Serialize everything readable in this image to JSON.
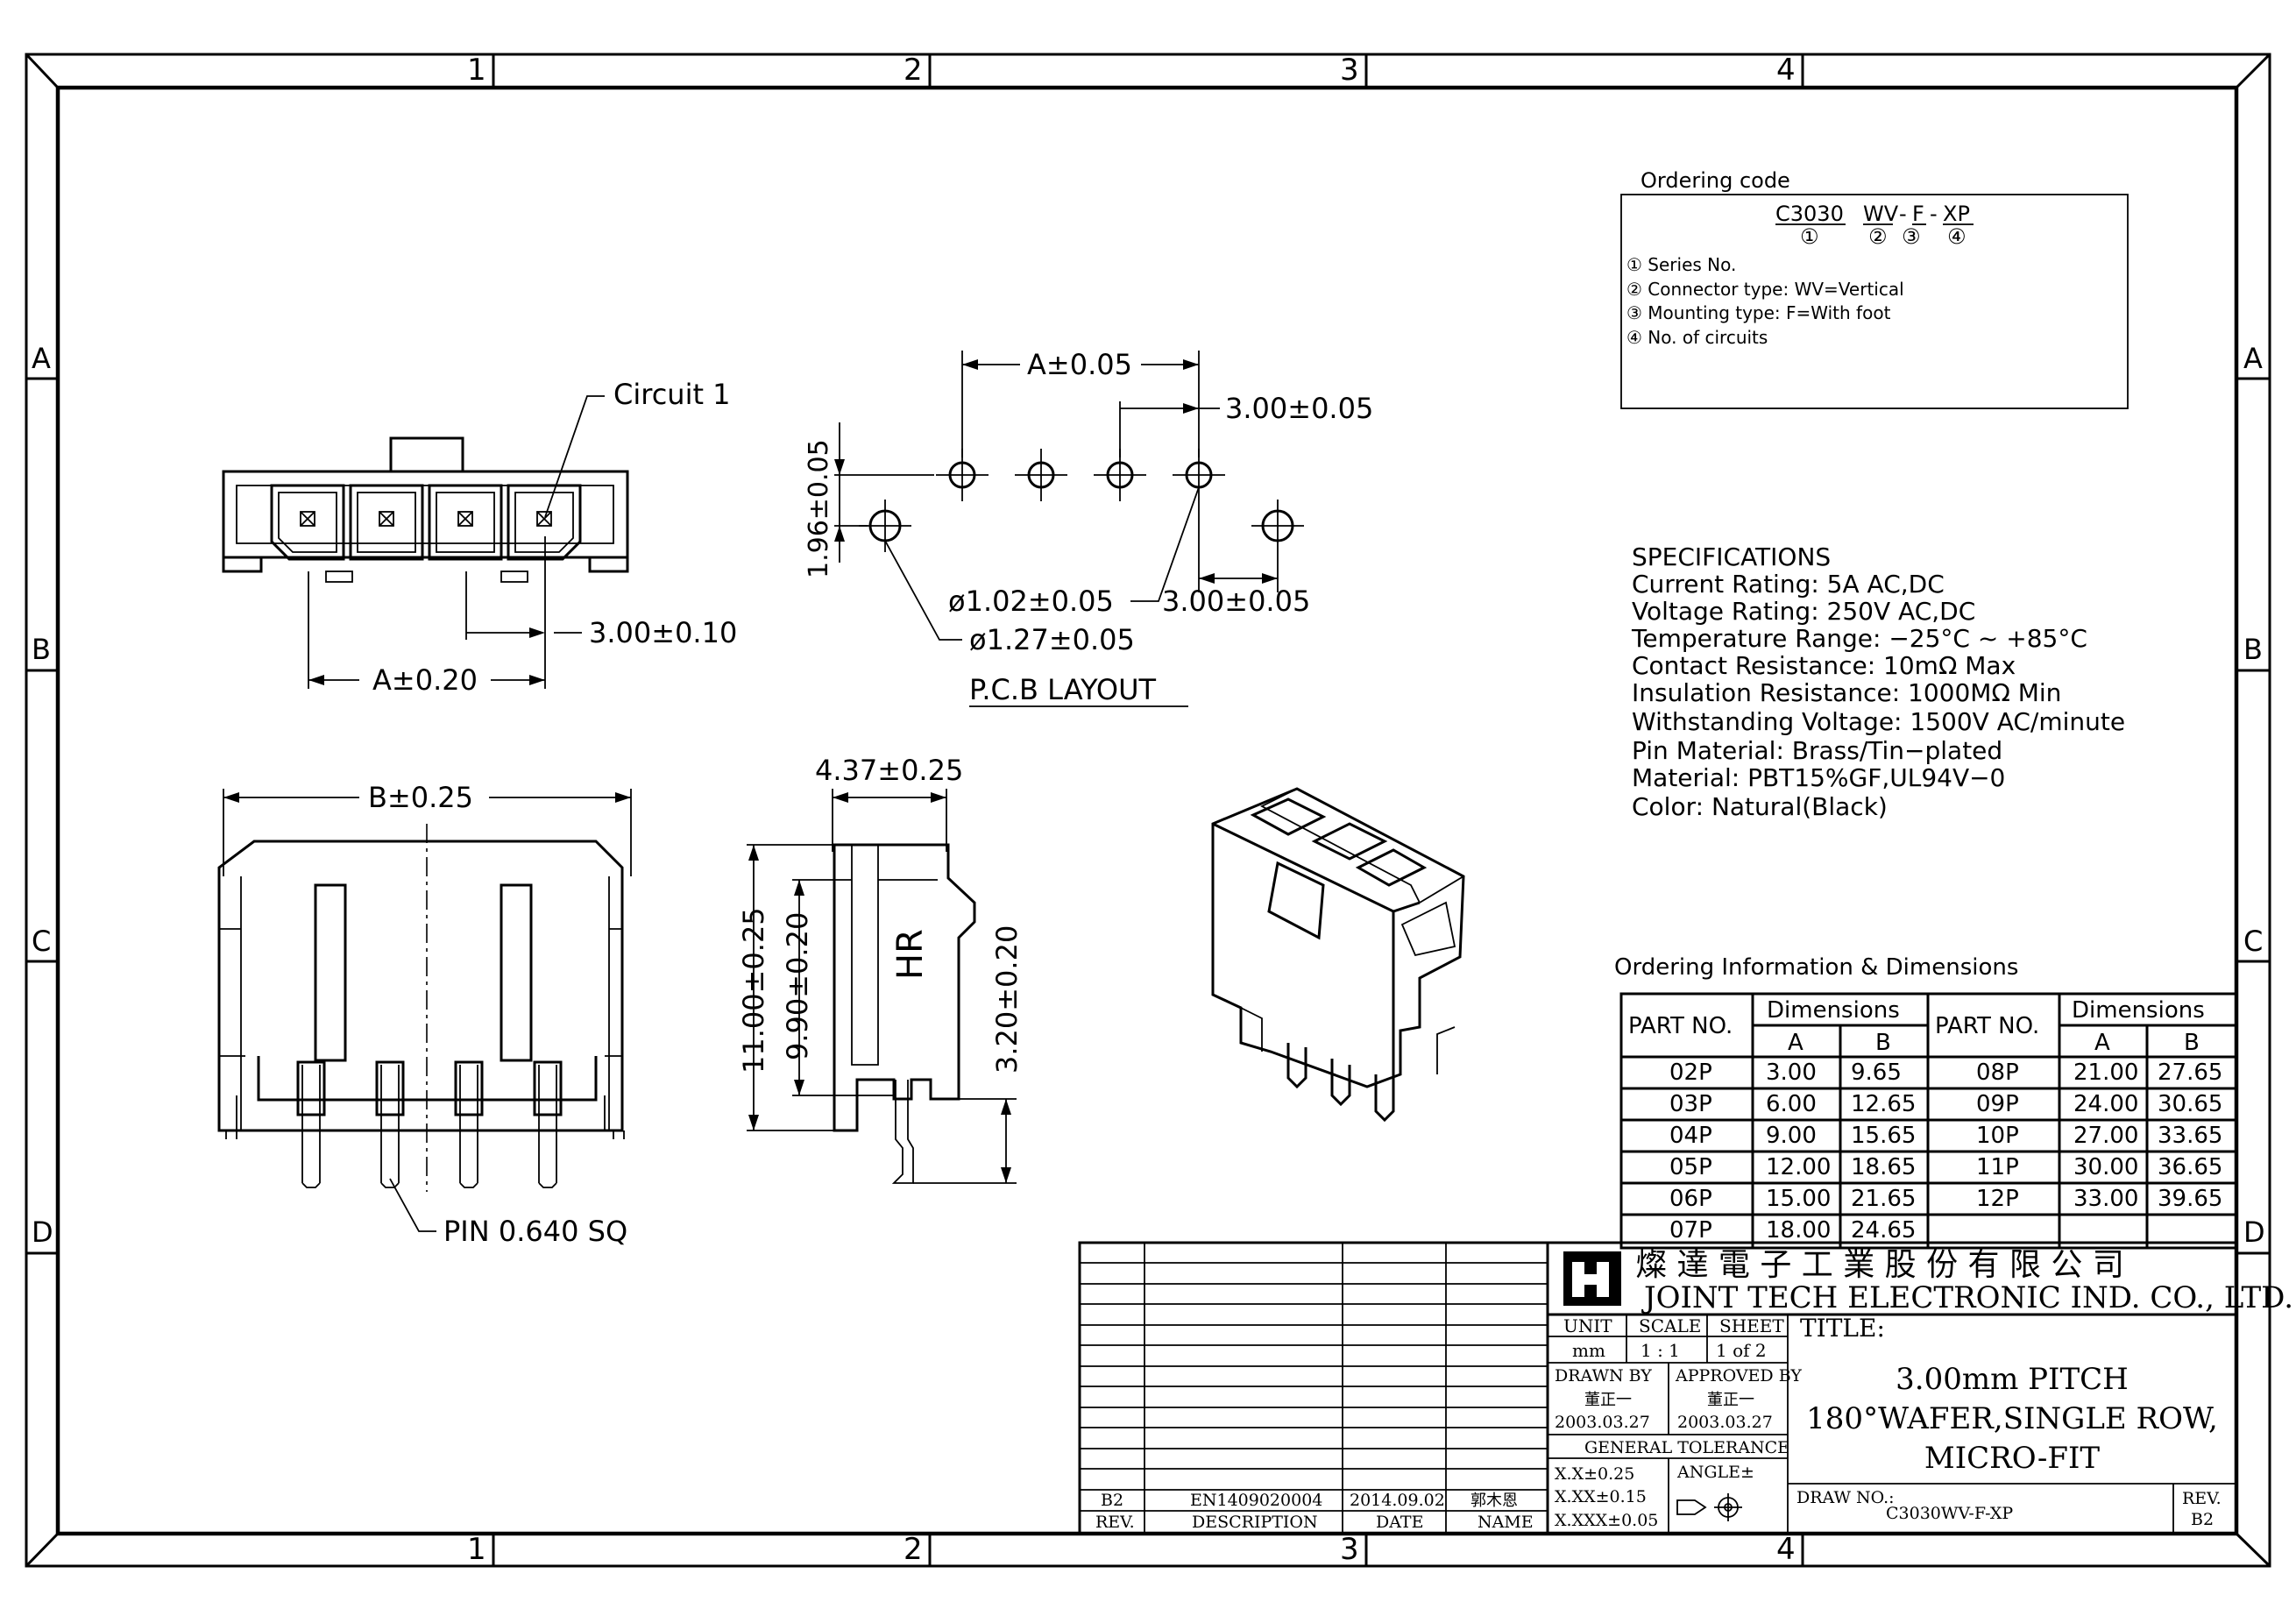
{
  "frame": {
    "column_marks": [
      "1",
      "2",
      "3",
      "4"
    ],
    "row_marks": [
      "A",
      "B",
      "C",
      "D"
    ]
  },
  "ordering_code": {
    "heading": "Ordering code",
    "code_parts": [
      "C3030",
      "WV",
      "-",
      "F",
      "-",
      "XP"
    ],
    "part_numbers": [
      "①",
      "②",
      "③",
      "④"
    ],
    "legend": [
      "① Series No.",
      "② Connector type: WV=Vertical",
      "③ Mounting type: F=With foot",
      "④ No. of circuits"
    ]
  },
  "front_view": {
    "circuit_label": "Circuit 1",
    "pitch_dim": "3.00±0.10",
    "a_dim": "A±0.20"
  },
  "pcb_layout": {
    "title": "P.C.B LAYOUT",
    "a_dim": "A±0.05",
    "pitch_dim": "3.00±0.05",
    "row_offset_dim": "1.96±0.05",
    "small_hole_dim": "ø1.02±0.05",
    "large_hole_dim": "ø1.27±0.05",
    "peg_offset_dim": "3.00±0.05"
  },
  "side_view": {
    "b_dim": "B±0.25",
    "pin_label": "PIN 0.640 SQ"
  },
  "profile_view": {
    "depth_dim": "4.37±0.25",
    "height_dim": "11.00±0.25",
    "body_dim": "9.90±0.20",
    "tail_dim": "3.20±0.20",
    "mark": "HR"
  },
  "specifications": {
    "heading": "SPECIFICATIONS",
    "lines": [
      "Current Rating: 5A AC,DC",
      "Voltage Rating: 250V AC,DC",
      "Temperature Range: −25°C ~ +85°C",
      "Contact Resistance: 10mΩ Max",
      "Insulation Resistance: 1000MΩ Min",
      "Withstanding Voltage: 1500V AC/minute",
      "Pin Material: Brass/Tin−plated",
      "Material: PBT15%GF,UL94V−0",
      "Color: Natural(Black)"
    ]
  },
  "ordering_table": {
    "title": "Ordering Information & Dimensions",
    "part_header": "PART NO.",
    "dims_header": "Dimensions",
    "col_a": "A",
    "col_b": "B",
    "left_rows": [
      [
        "02P",
        "3.00",
        "9.65"
      ],
      [
        "03P",
        "6.00",
        "12.65"
      ],
      [
        "04P",
        "9.00",
        "15.65"
      ],
      [
        "05P",
        "12.00",
        "18.65"
      ],
      [
        "06P",
        "15.00",
        "21.65"
      ],
      [
        "07P",
        "18.00",
        "24.65"
      ]
    ],
    "right_rows": [
      [
        "08P",
        "21.00",
        "27.65"
      ],
      [
        "09P",
        "24.00",
        "30.65"
      ],
      [
        "10P",
        "27.00",
        "33.65"
      ],
      [
        "11P",
        "30.00",
        "36.65"
      ],
      [
        "12P",
        "33.00",
        "39.65"
      ],
      [
        "",
        "",
        ""
      ]
    ]
  },
  "revision_block": {
    "rev_value": "B2",
    "description_value": "EN1409020004",
    "date_value": "2014.09.02",
    "name_value": "郭木恩",
    "rev_label": "REV.",
    "description_label": "DESCRIPTION",
    "date_label": "DATE",
    "name_label": "NAME"
  },
  "title_block": {
    "company_cn": "燦 達 電 子 工 業 股 份 有 限 公 司",
    "company_en": "JOINT TECH ELECTRONIC IND. CO., LTD.",
    "unit_label": "UNIT",
    "scale_label": "SCALE",
    "sheet_label": "SHEET",
    "unit_value": "mm",
    "scale_value": "1 : 1",
    "sheet_value": "1 of 2",
    "drawn_by_label": "DRAWN BY",
    "approved_by_label": "APPROVED BY",
    "drawn_by_name": "董正一",
    "approved_by_name": "董正一",
    "drawn_date": "2003.03.27",
    "approved_date": "2003.03.27",
    "general_tolerance": "GENERAL TOLERANCE",
    "tol_x": "X.X±0.25",
    "tol_xx": "X.XX±0.15",
    "tol_xxx": "X.XXX±0.05",
    "angle_label": "ANGLE±",
    "title_label": "TITLE:",
    "title_lines": [
      "3.00mm PITCH",
      "180°WAFER,SINGLE ROW,",
      "MICRO-FIT"
    ],
    "draw_no_label": "DRAW NO.:",
    "draw_no": "C3030WV-F-XP",
    "rev_label": "REV.",
    "rev_value": "B2"
  }
}
